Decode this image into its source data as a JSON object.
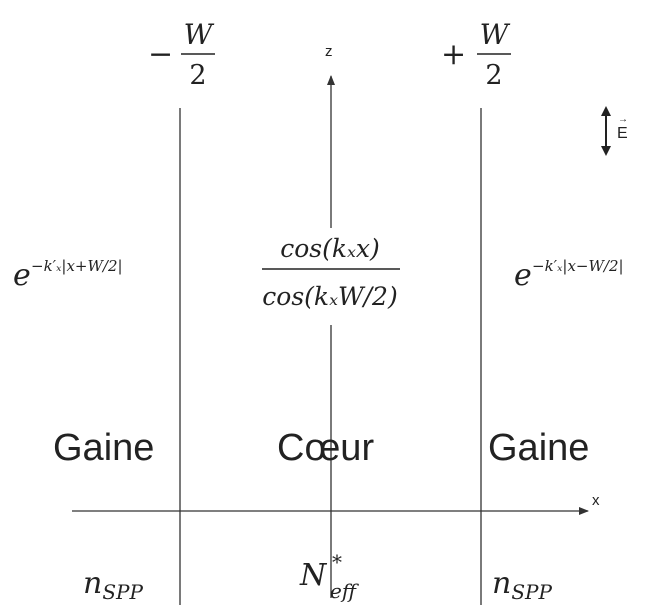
{
  "axes": {
    "z_label": "z",
    "x_label": "x"
  },
  "boundaries": {
    "left_sign": "−",
    "right_sign": "+",
    "numerator": "W",
    "denominator": "2"
  },
  "field_indicator": {
    "label": "E",
    "accent": "→"
  },
  "fields": {
    "left": {
      "base": "e",
      "exponent": "−k′ₓ|x+W/2|"
    },
    "center": {
      "numerator": "cos(kₓx)",
      "denominator": "cos(kₓW/2)"
    },
    "right": {
      "base": "e",
      "exponent": "−k′ₓ|x−W/2|"
    }
  },
  "regions": {
    "left": "Gaine",
    "center": "Cœur",
    "right": "Gaine"
  },
  "indices": {
    "left": {
      "base": "n",
      "sub": "SPP"
    },
    "center": {
      "base": "N",
      "sup": "*",
      "sub": "eff"
    },
    "right": {
      "base": "n",
      "sub": "SPP"
    }
  },
  "colors": {
    "line": "#333333",
    "text": "#222222"
  }
}
